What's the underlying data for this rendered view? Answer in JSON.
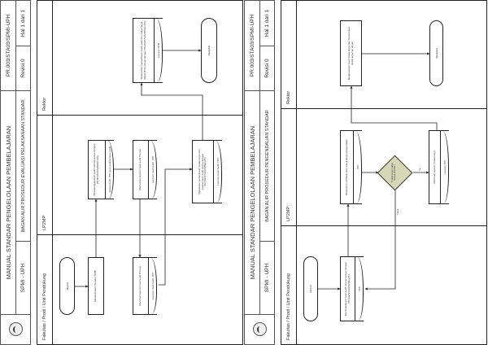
{
  "pages": [
    {
      "header": {
        "manual_title": "MANUAL STANDAR PENGELOLAAN PEMBELAJARAN",
        "doc_code": "PR.003/STA03/SPMI-UPH",
        "unit": "SPMI - UPH",
        "chart_title": "BAGAN ALIR PROSEDUR EVALUASI PELAKSANAAN STANDAR",
        "revision": "Revisi  0",
        "page": "Hal 1 dari 1"
      },
      "lanes": [
        "Fakultas / Prodi / Unit Pendukung",
        "LP2MP",
        "Rektor"
      ],
      "steps": {
        "start": "MULAI",
        "implement": "Melaksanakan Standar SPMI",
        "report_text": "Membuat laporan hasil audit internal",
        "report_doc": "Laporan Hasil Audit, TPP",
        "audit_text": "Menyelenggarakan audit internal sesuai dengan PR.003/STA03/SPMI-UPH",
        "audit_doc": "Jadwal Audit, TPP, grup pelaksanaan audit",
        "check_text": "Memeriksa laporan hasil audit internal",
        "check_doc": "Laporan Hasil Audit, TPP",
        "followup_text": "Melakukan pemeriksaan tindak lanjut dari pelaksanaan audit sesuai dengan PR.003/STA03/SPMI-UPH",
        "followup_doc": "Laporan Hasil Audit, TPP",
        "rtm_text": "Melaporkan pemeriksaan hasil audit dan tindak lanjut dalam RTM sesuai dengan PR.003/STA03/SPMI-UPH",
        "rtm_doc": "Laporan RTM",
        "end": "SELESAI"
      }
    },
    {
      "header": {
        "manual_title": "MANUAL STANDAR PENGELOLAAN PEMBELAJARAN",
        "doc_code": "PR.003/STA03/SPMI-UPH",
        "unit": "SPMI - UPH",
        "chart_title": "BAGAN ALIR PROSEDUR PENGENDALIAN STANDAR",
        "revision": "Revisi  0",
        "page": "Hal 1 dari 1"
      },
      "lanes": [
        "Fakultas / Prodi / Unit Pendukung",
        "LP2MP",
        "Rektor"
      ],
      "steps": {
        "start": "MULAI",
        "followup_text": "Menindaklanjuti hasil audit internal sesuai dengan PR.003/STA03/SPMI-UPH",
        "followup_doc": "TPP",
        "verify_text": "Melakukan verifikasi atas tindak lanjut pengendalian",
        "verify_doc": "TPP",
        "decision": "Tindak lanjut sudah sesuai standar?",
        "yes": "Ya",
        "no": "Tidak",
        "report_text": "Membuat laporan tindak lanjut",
        "report_doc": "Laporan TPP",
        "rector_text": "Mengevaluasi hasil tindak lanjut dan menentukan tindak lanjut ke depan",
        "end": "SELESAI"
      }
    }
  ]
}
